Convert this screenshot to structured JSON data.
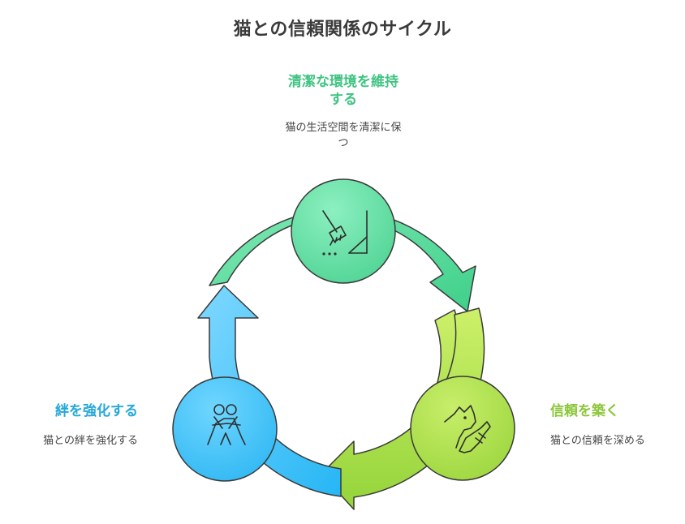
{
  "title": "猫との信頼関係のサイクル",
  "steps": [
    {
      "title_line1": "清潔な環境を維持",
      "title_line2": "する",
      "desc_line1": "猫の生活空間を清潔に保",
      "desc_line2": "つ",
      "icon": "broom-icon",
      "color": "#5ed79a"
    },
    {
      "title": "信頼を築く",
      "desc": "猫との信頼を深める",
      "icon": "dog-hand-icon",
      "color": "#a6dc4a"
    },
    {
      "title": "絆を強化する",
      "desc": "猫との絆を強化する",
      "icon": "hug-icon",
      "color": "#3fb8f0"
    }
  ],
  "colors": {
    "green": "#5ed79a",
    "lime": "#a6dc4a",
    "blue": "#3fb8f0",
    "title_text": "#3a3a3a",
    "outline": "#3a3a3a"
  }
}
